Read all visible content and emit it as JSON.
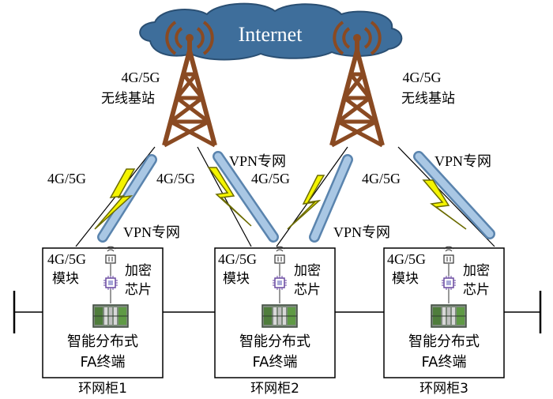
{
  "cloud": {
    "label": "Internet",
    "fill": "#3e6e9b"
  },
  "towers": [
    {
      "label_line1": "4G/5G",
      "label_line2": "无线基站",
      "color": "#8a4a22"
    },
    {
      "label_line1": "4G/5G",
      "label_line2": "无线基站",
      "color": "#8a4a22"
    }
  ],
  "links": {
    "wireless_label": "4G/5G",
    "vpn_label": "VPN专网",
    "bolt_color": "#f4f400",
    "tube_color": "#8fb4d8"
  },
  "cabinets": [
    {
      "module_line1": "4G/5G",
      "module_line2": "模块",
      "chip_line1": "加密",
      "chip_line2": "芯片",
      "terminal_line1": "智能分布式",
      "terminal_line2": "FA终端",
      "name": "环网柜1"
    },
    {
      "module_line1": "4G/5G",
      "module_line2": "模块",
      "chip_line1": "加密",
      "chip_line2": "芯片",
      "terminal_line1": "智能分布式",
      "terminal_line2": "FA终端",
      "name": "环网柜2"
    },
    {
      "module_line1": "4G/5G",
      "module_line2": "模块",
      "chip_line1": "加密",
      "chip_line2": "芯片",
      "terminal_line1": "智能分布式",
      "terminal_line2": "FA终端",
      "name": "环网柜3"
    }
  ]
}
